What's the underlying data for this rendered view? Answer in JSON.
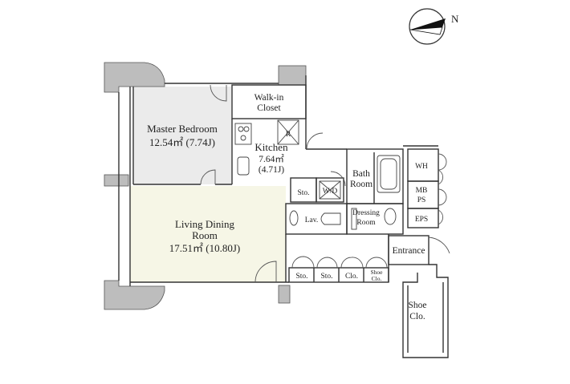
{
  "compass": {
    "north": "N",
    "icon": "compass-icon"
  },
  "rooms": {
    "master_bedroom": {
      "name": "Master Bedroom",
      "area": "12.54㎡ (7.74J)"
    },
    "walk_in": {
      "line1": "Walk-in",
      "line2": "Closet"
    },
    "kitchen": {
      "name": "Kitchen",
      "area": "7.64㎡",
      "jo": "(4.71J)"
    },
    "fridge": "R",
    "living": {
      "line1": "Living Dining",
      "line2": "Room",
      "area": "17.51㎡ (10.80J)"
    },
    "bath": {
      "line1": "Bath",
      "line2": "Room"
    },
    "sto1": "Sto.",
    "wd": "W/D",
    "lav": "Lav.",
    "dressing": {
      "line1": "Dressing",
      "line2": "Room"
    },
    "wh": "WH",
    "mbps": {
      "line1": "MB",
      "line2": "PS"
    },
    "eps": "EPS",
    "entrance": "Entrance",
    "storage_row": [
      "Sto.",
      "Sto.",
      "Clo."
    ],
    "shoe_small": {
      "line1": "Shoe",
      "line2": "Clo."
    },
    "shoe_big": {
      "line1": "Shoe",
      "line2": "Clo."
    }
  },
  "colors": {
    "wall": "#bdbdbd",
    "wall_edge": "#555555",
    "bedroom_fill": "#ebebeb",
    "living_fill": "#f6f6e6",
    "line": "#333333"
  }
}
